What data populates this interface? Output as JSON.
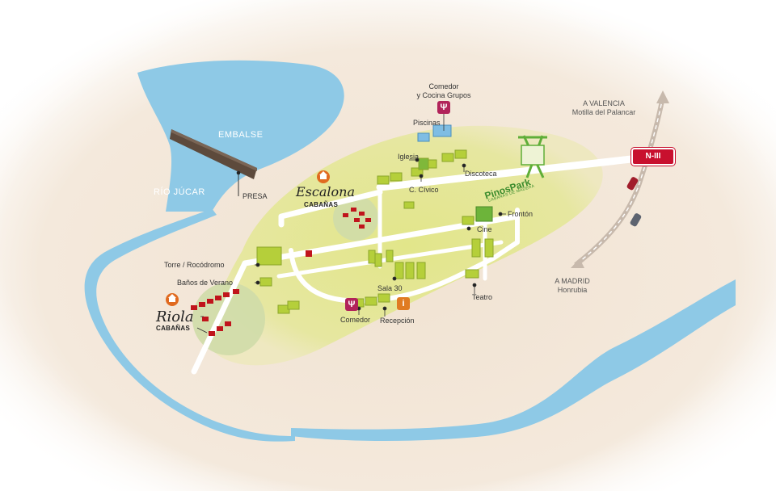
{
  "water": {
    "reservoir": "EMBALSE",
    "river": "RÍO JÚCAR",
    "dam": "PRESA"
  },
  "highway": {
    "sign": "N-III",
    "north_line1": "A VALENCIA",
    "north_line2": "Motilla del Palancar",
    "south_line1": "A MADRID",
    "south_line2": "Honrubia"
  },
  "brand": {
    "name": "PinosPark",
    "tagline": "CABAÑAS DE MADERA"
  },
  "areas": {
    "escalona_name": "Escalona",
    "escalona_sub": "CABAÑAS",
    "riola_name": "Riola",
    "riola_sub": "CABAÑAS"
  },
  "places": {
    "comedor_grupos_1": "Comedor",
    "comedor_grupos_2": "y Cocina Grupos",
    "piscinas": "Piscinas",
    "iglesia": "Iglesia",
    "discoteca": "Discoteca",
    "civico": "C. Cívico",
    "fronton": "Frontón",
    "cine": "Cine",
    "torre": "Torre / Rocódromo",
    "banos": "Baños de Verano",
    "sala": "Sala 30",
    "teatro": "Teatro",
    "comedor": "Comedor",
    "recepcion": "Recepción"
  },
  "icons": {
    "food": "fork-knife-icon",
    "info": "info-icon",
    "cabins": "house-icon"
  },
  "colors": {
    "water": "#8ec9e6",
    "park": "#e3e58f",
    "land": "#f2e4d4",
    "road": "#ffffff",
    "building": "#b5cf3a",
    "cabin": "#c0141c",
    "highway_sign": "#c8102e"
  }
}
